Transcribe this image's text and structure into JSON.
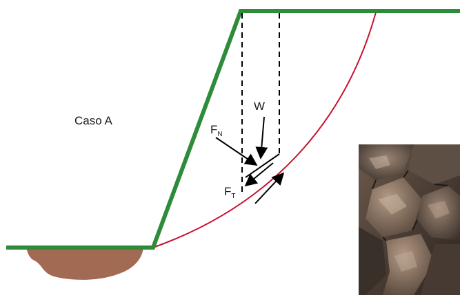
{
  "diagram": {
    "case_label": "Caso A",
    "weight_label": "W",
    "normal_force_label": {
      "main": "F",
      "sub": "N"
    },
    "tangential_force_label": {
      "main": "F",
      "sub": "T"
    }
  },
  "colors": {
    "slope_line": "#2e8b3a",
    "failure_surface": "#c8102e",
    "soil": "#a26a52",
    "arrows": "#000000"
  },
  "photo": {
    "icon": "rock-texture-photo"
  }
}
